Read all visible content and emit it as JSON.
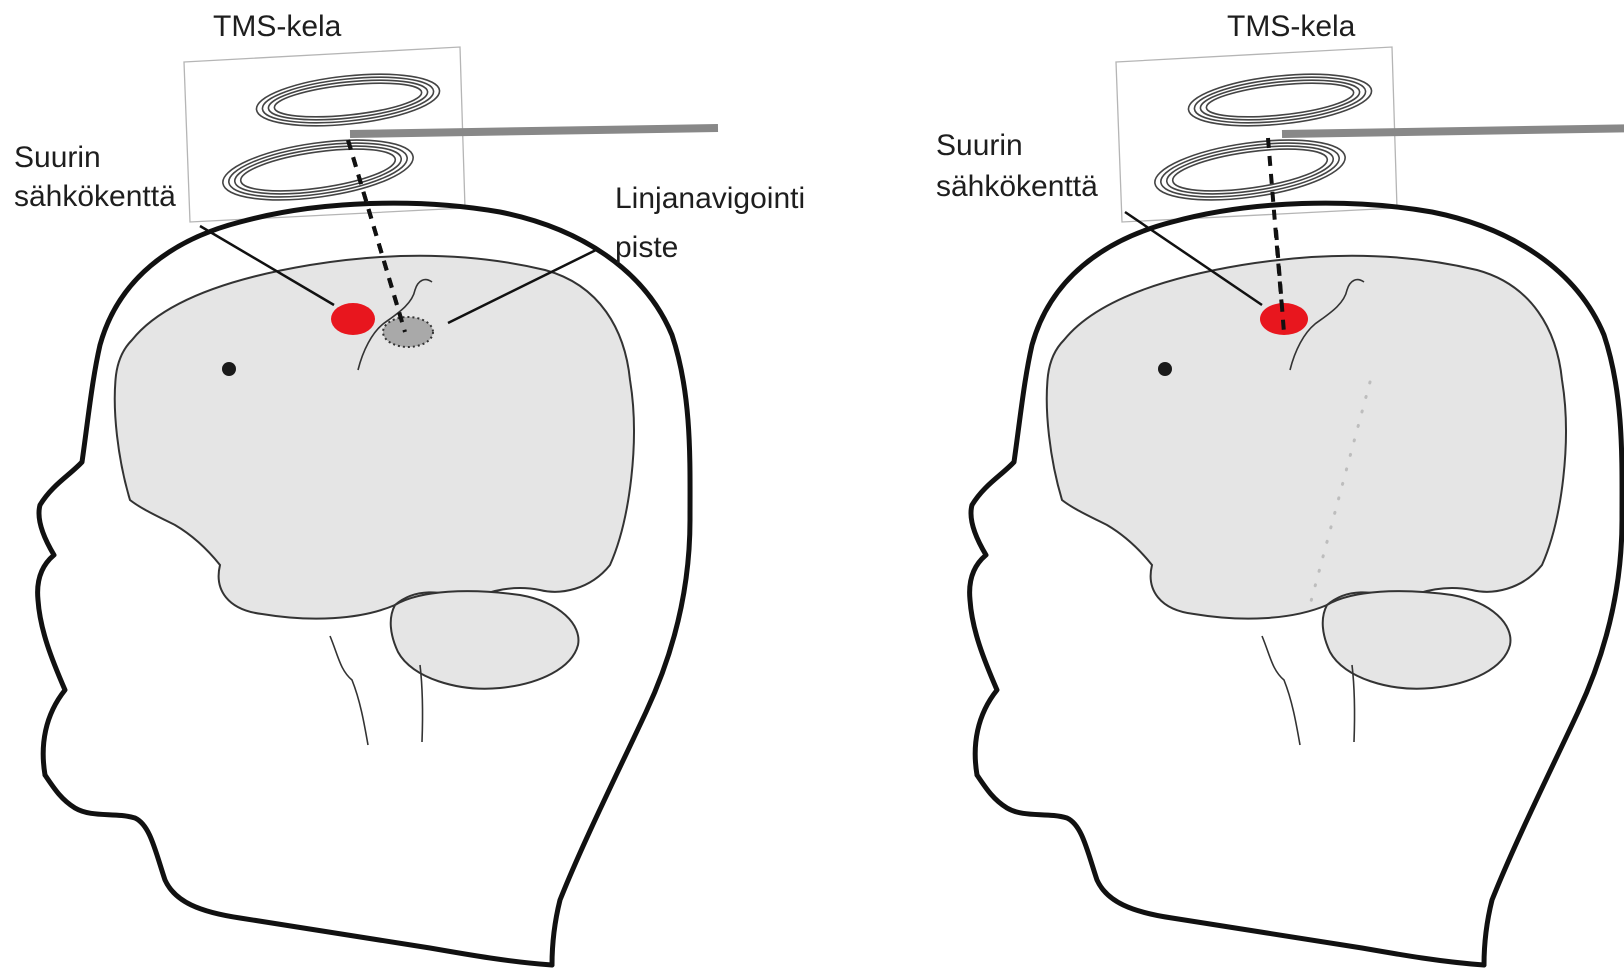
{
  "panels": [
    {
      "coil_label": "TMS-kela",
      "max_field_label": [
        "Suurin",
        "sähkökenttä"
      ],
      "navigation_label": [
        "Linjanavigointi",
        "piste"
      ]
    },
    {
      "coil_label": "TMS-kela",
      "max_field_label": [
        "Suurin",
        "sähkökenttä"
      ]
    }
  ],
  "colors": {
    "max_field_spot": "#e8161e",
    "navigation_point": "#a9a9a9",
    "brain_fill": "#e5e5e5",
    "outline": "#111111"
  }
}
